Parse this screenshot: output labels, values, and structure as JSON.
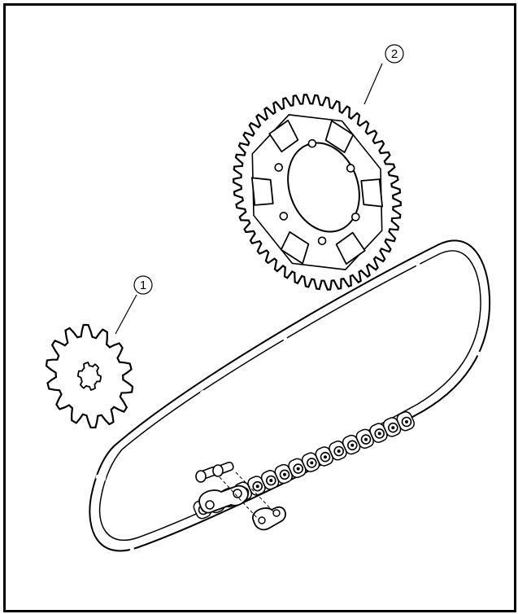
{
  "diagram": {
    "callouts": [
      {
        "label": "1",
        "part": "drive-sprocket"
      },
      {
        "label": "2",
        "part": "driven-sprocket"
      }
    ],
    "parts": [
      "drive-sprocket",
      "driven-sprocket",
      "drive-chain",
      "master-link"
    ]
  }
}
